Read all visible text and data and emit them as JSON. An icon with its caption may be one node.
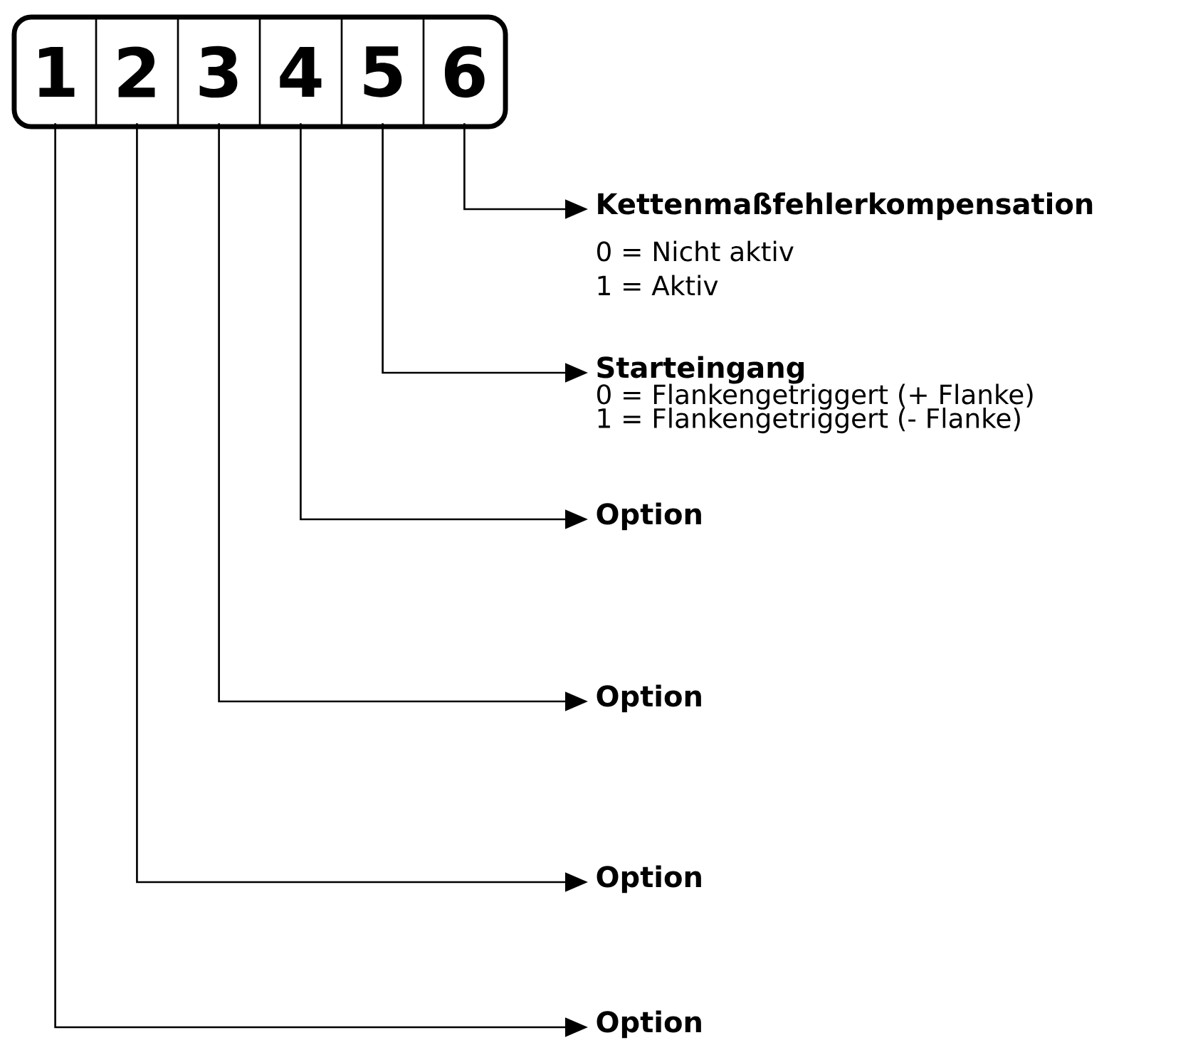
{
  "diagram": {
    "nodes": [
      {
        "text": [],
        "shape": "box"
      },
      {
        "text": [
          "1"
        ],
        "in": 0
      },
      {
        "text": [
          "2"
        ],
        "in": 0
      },
      {
        "text": [
          "3"
        ],
        "in": 0
      },
      {
        "text": [
          "4"
        ],
        "in": 0
      },
      {
        "text": [
          "5"
        ],
        "in": 0
      },
      {
        "text": [
          "6"
        ],
        "in": 0
      },
      {
        "text": [
          "Kettenmaßfehlerkompensation",
          "0 = Nicht aktiv",
          "1 = Aktiv"
        ]
      },
      {
        "text": [
          "Starteingang",
          "0 = Flankengetriggert (+ Flanke)",
          "1 = Flankengetriggert (- Flanke)"
        ]
      },
      {
        "text": [
          "Option"
        ]
      },
      {
        "text": [
          "Option"
        ]
      },
      {
        "text": [
          "Option"
        ]
      },
      {
        "text": [
          "Option"
        ]
      }
    ],
    "edges": [
      {
        "from": 6,
        "to": 7,
        "arrow": "to"
      },
      {
        "from": 5,
        "to": 8,
        "arrow": "to"
      },
      {
        "from": 4,
        "to": 9,
        "arrow": "to"
      },
      {
        "from": 3,
        "to": 10,
        "arrow": "to"
      },
      {
        "from": 2,
        "to": 11,
        "arrow": "to"
      },
      {
        "from": 1,
        "to": 12,
        "arrow": "to"
      }
    ]
  }
}
